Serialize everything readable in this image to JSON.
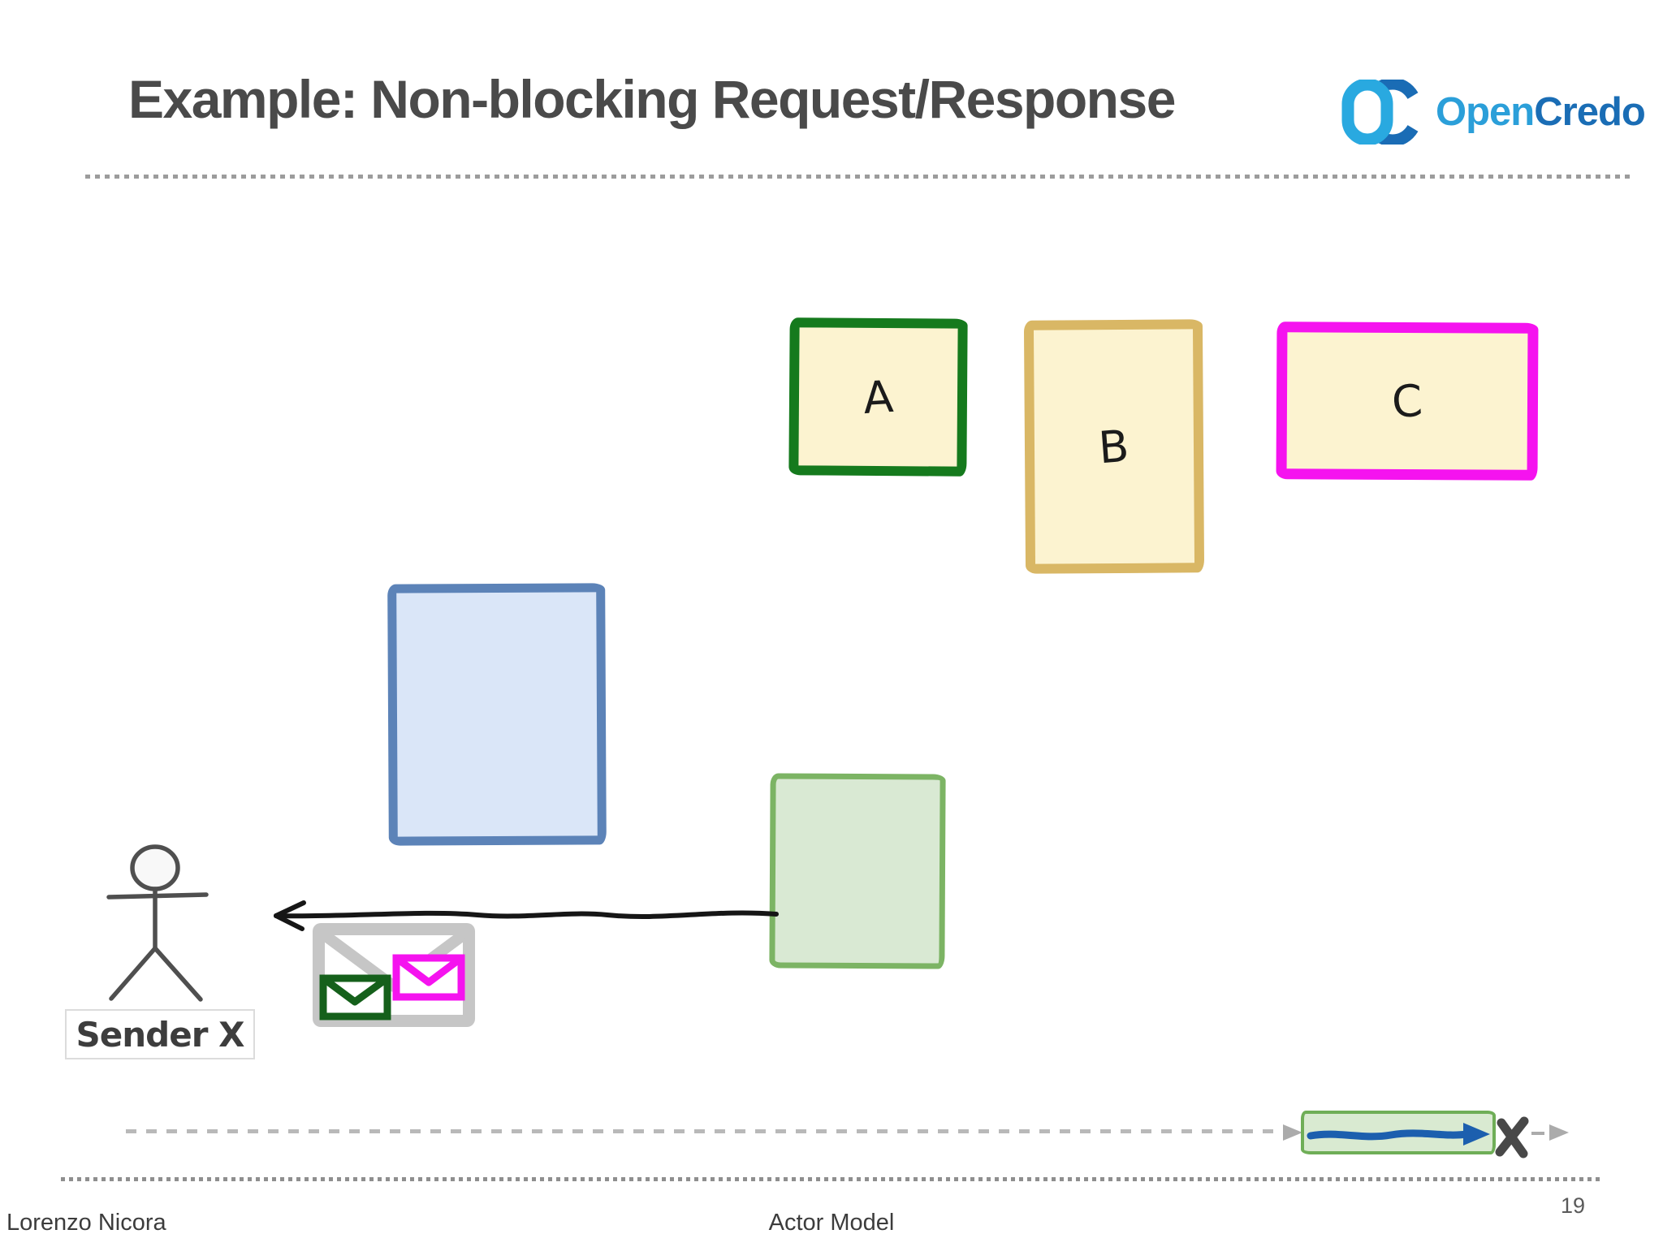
{
  "slide": {
    "title": "Example: Non-blocking Request/Response",
    "logo": {
      "wordmark_open": "Open",
      "wordmark_credo": "Credo",
      "color_light_blue": "#29a9e0",
      "color_dark_blue": "#1a6cb5"
    },
    "footer": {
      "author": "Lorenzo Nicora",
      "center": "Actor Model",
      "page_number": "19"
    }
  },
  "diagram": {
    "actor_boxes": [
      {
        "label": "A",
        "border_color": "#157a1d",
        "fill_color": "#fcf3d0"
      },
      {
        "label": "B",
        "border_color": "#d9b765",
        "fill_color": "#fcf3d0"
      },
      {
        "label": "C",
        "border_color": "#f513ef",
        "fill_color": "#fcf3d0"
      }
    ],
    "blue_box": {
      "border_color": "#5c83b8",
      "fill_color": "#dae6f8"
    },
    "green_box": {
      "border_color": "#7cb464",
      "fill_color": "#d9e9d3"
    },
    "sender": {
      "label": "Sender X",
      "figure_color": "#4f4f4f"
    },
    "envelope_icon": {
      "outer_color": "#c6c6c6",
      "green_envelope_color": "#15601b",
      "magenta_envelope_color": "#f513ef"
    },
    "reply_arrow_color": "#161616",
    "timeline": {
      "dashed_line_color": "#b9b9b9",
      "bar_border_color": "#6fae57",
      "bar_fill_color": "#d9ead1",
      "bar_arrow_color": "#1c5fae",
      "end_mark": "X",
      "end_mark_color": "#484848"
    }
  }
}
